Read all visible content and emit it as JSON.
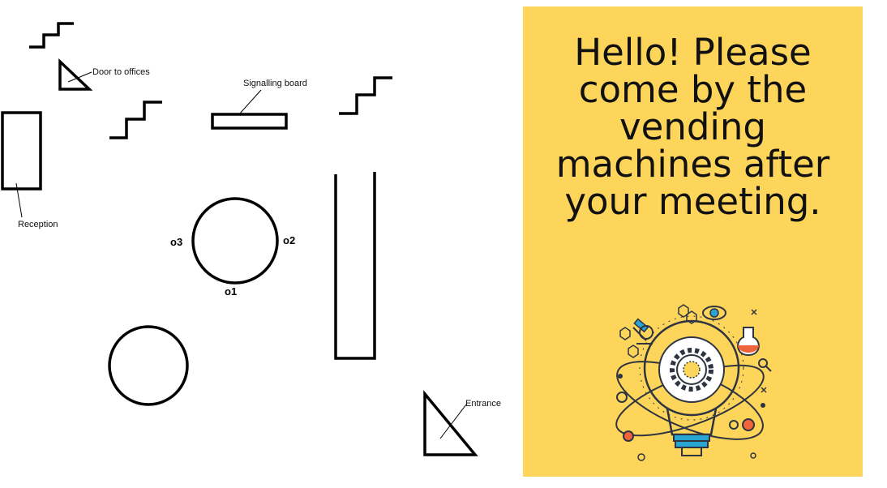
{
  "floor_plan": {
    "labels": {
      "door_to_offices": "Door to offices",
      "signalling_board": "Signalling board",
      "reception": "Reception",
      "entrance": "Entrance"
    },
    "seats": {
      "o1": "o1",
      "o2": "o2",
      "o3": "o3"
    }
  },
  "poster": {
    "background_color": "#fdd55a",
    "text": "Hello! Please\ncome by the\nvending\nmachines after\nyour meeting.",
    "illustration": "lightbulb-science-icon"
  },
  "colors": {
    "ink": "#000000",
    "poster_bg": "#fdd55a",
    "accent_orange": "#f0643c",
    "accent_blue": "#2aa4d0",
    "line_dark": "#2e3440"
  }
}
